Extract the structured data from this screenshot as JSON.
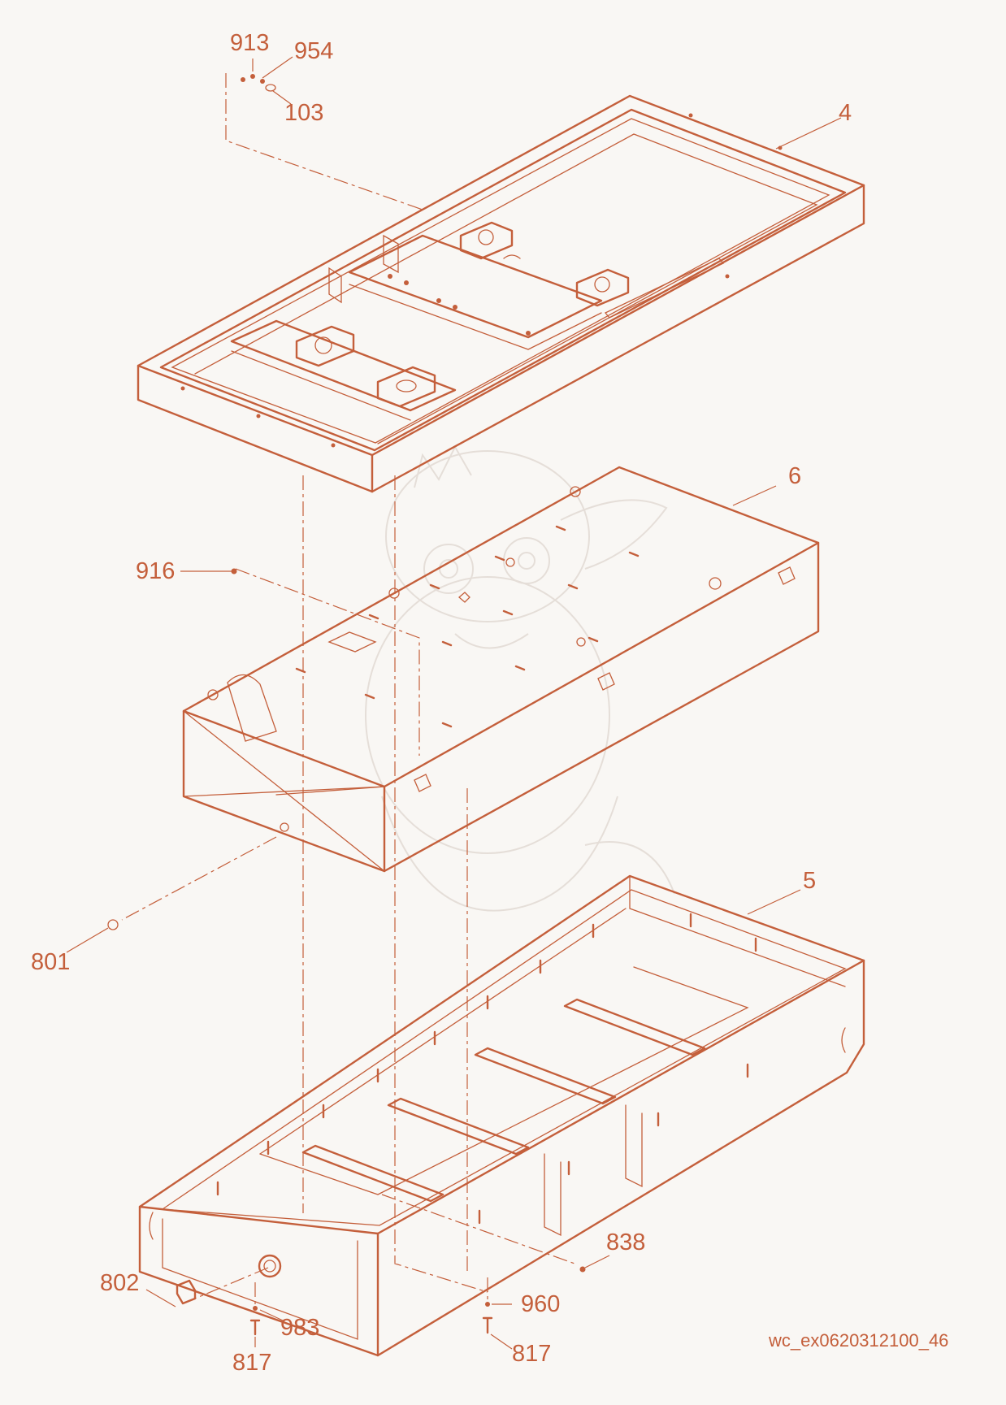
{
  "drawing_code": "wc_ex0620312100_46",
  "accent_color": "#c45f3b",
  "background_color": "#f9f7f4",
  "callouts": {
    "p913": "913",
    "p954": "954",
    "p103": "103",
    "p4": "4",
    "p6": "6",
    "p916": "916",
    "p5": "5",
    "p801": "801",
    "p838": "838",
    "p802": "802",
    "p960": "960",
    "p983": "983",
    "p817a": "817",
    "p817b": "817"
  }
}
